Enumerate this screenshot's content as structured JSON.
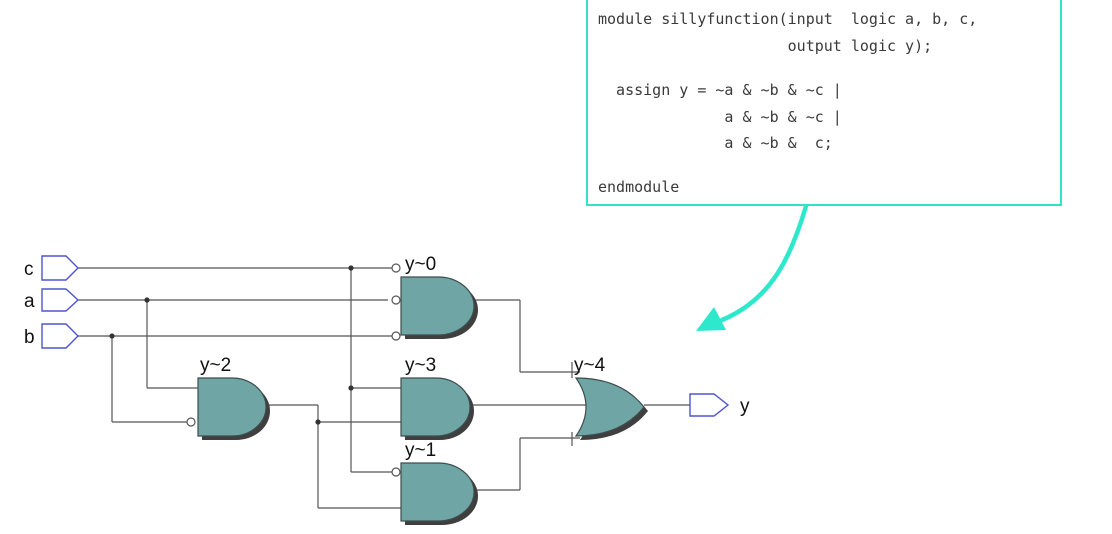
{
  "code": {
    "lines": [
      "module sillyfunction(input  logic a, b, c,",
      "                     output logic y);",
      "",
      "  assign y = ~a & ~b & ~c |",
      "              a & ~b & ~c |",
      "              a & ~b &  c;",
      "",
      "endmodule"
    ]
  },
  "ports": {
    "inputs": [
      "c",
      "a",
      "b"
    ],
    "output": "y"
  },
  "gates": {
    "y0": "y~0",
    "y1": "y~1",
    "y2": "y~2",
    "y3": "y~3",
    "y4": "y~4"
  },
  "colors": {
    "gate_fill": "#6fa5a5",
    "port_outline": "#4e55cf",
    "callout_accent": "#2ee8cc"
  }
}
